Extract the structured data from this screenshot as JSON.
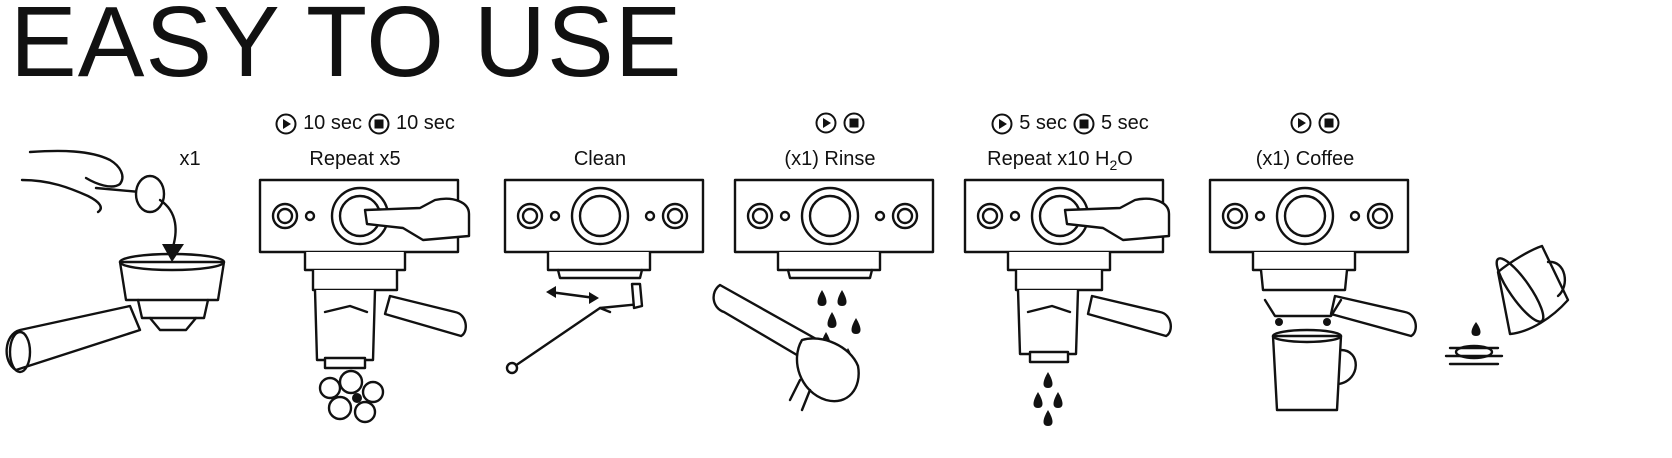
{
  "title": "EASY TO USE",
  "steps": [
    {
      "caption": "x1"
    },
    {
      "timer_a": "10 sec",
      "timer_b": "10 sec",
      "caption": "Repeat x5"
    },
    {
      "caption": "Clean"
    },
    {
      "caption": "(x1) Rinse"
    },
    {
      "timer_a": "5 sec",
      "timer_b": "5 sec",
      "caption_main": "Repeat x10 H",
      "caption_sub": "2",
      "caption_end": "O"
    },
    {
      "caption": "(x1) Coffee"
    },
    {}
  ],
  "icons": [
    "play-icon",
    "stop-icon",
    "hand-icon",
    "portafilter-icon",
    "cup-icon",
    "pitcher-icon",
    "drop-icon",
    "brush-icon"
  ]
}
